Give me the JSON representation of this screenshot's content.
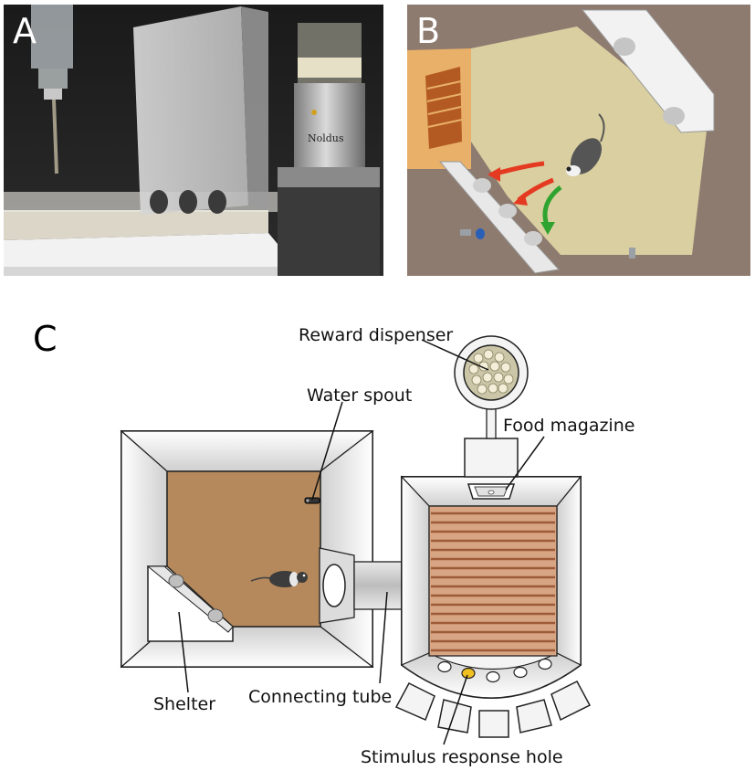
{
  "panels": {
    "a": {
      "letter": "A",
      "brand_text": "Noldus"
    },
    "b": {
      "letter": "B"
    },
    "c": {
      "letter": "C"
    }
  },
  "labels": {
    "reward_dispenser": "Reward dispenser",
    "water_spout": "Water spout",
    "food_magazine": "Food magazine",
    "shelter": "Shelter",
    "connecting_tube": "Connecting tube",
    "stimulus_response_hole": "Stimulus response hole"
  },
  "colors": {
    "floor_brown": "#b5895c",
    "arena_beige": "#d9cfa0",
    "wall_gray": "#e9e9e9",
    "grid_stripe": "#c9896a",
    "arrow_red": "#e53a22",
    "arrow_green": "#2fa32f",
    "stimulus_yellow": "#f0c020"
  }
}
